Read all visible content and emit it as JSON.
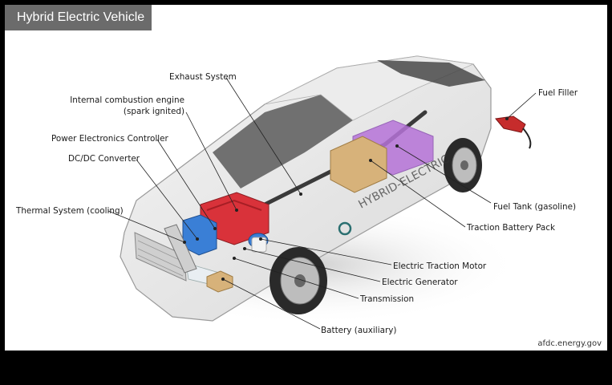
{
  "title": "Hybrid Electric Vehicle",
  "credit": "afdc.energy.gov",
  "body_text": "HYBRID-ELECTRIC",
  "labels": {
    "exhaust": "Exhaust System",
    "ice_line1": "Internal combustion engine",
    "ice_line2": "(spark ignited)",
    "pec": "Power Electronics Controller",
    "dcdc": "DC/DC Converter",
    "thermal": "Thermal System (cooling)",
    "fuel_filler": "Fuel Filler",
    "fuel_tank": "Fuel Tank (gasoline)",
    "traction_battery": "Traction Battery Pack",
    "traction_motor": "Electric Traction Motor",
    "generator": "Electric Generator",
    "transmission": "Transmission",
    "aux_battery": "Battery (auxiliary)"
  },
  "colors": {
    "title_bg": "#6b6b6b",
    "engine": "#d9323a",
    "fuel_tank": "#b673d8",
    "battery_pack": "#d7b27a",
    "converter": "#3a7fd6"
  }
}
